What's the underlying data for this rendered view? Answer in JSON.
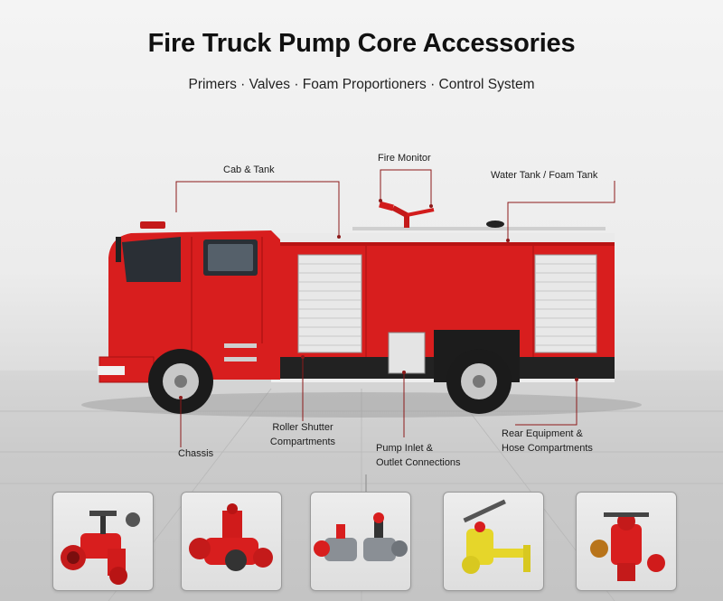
{
  "header": {
    "title": "Fire Truck Pump Core Accessories",
    "subtitle": "Primers · Valves · Foam Proportioners · Control System"
  },
  "callouts": {
    "cab_tank": "Cab & Tank",
    "fire_monitor": "Fire Monitor",
    "water_tank": "Water Tank / Foam Tank",
    "roller_shutter_line1": "Roller Shutter",
    "roller_shutter_line2": "Compartments",
    "chassis": "Chassis",
    "pump_inlet_line1": "Pump Inlet &",
    "pump_inlet_line2": "Outlet Connections",
    "rear_equipment_line1": "Rear Equipment &",
    "rear_equipment_line2": "Hose Compartments"
  },
  "colors": {
    "truck_red": "#d81e1e",
    "accent_red": "#b81414",
    "yellow_part": "#e6d62a",
    "steel": "#8a8f95"
  }
}
